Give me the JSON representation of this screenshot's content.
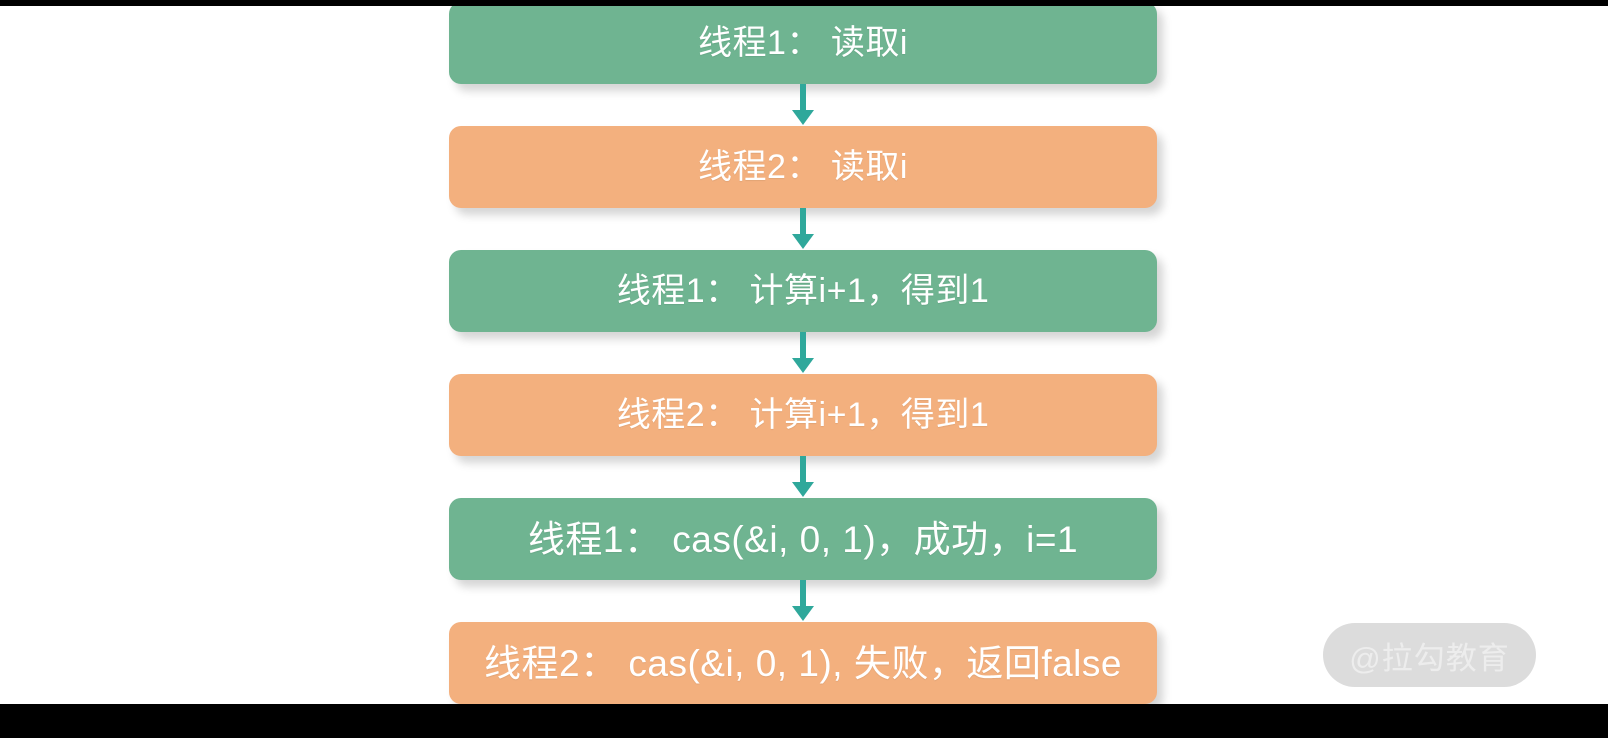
{
  "slide": {
    "background": "#ffffff",
    "letterbox_color": "#000000",
    "colors": {
      "green": "#6FB491",
      "orange": "#F3B07E",
      "arrow": "#2FA89B",
      "text": "#ffffff",
      "watermark_pill": "#DCDCDC",
      "watermark_text": "#EDEDED"
    }
  },
  "flow": {
    "type": "vertical-sequence",
    "arrow_icon": "down-arrow-icon",
    "nodes": [
      {
        "id": "step-1",
        "label": "线程1： 读取i",
        "color": "green",
        "thread": "线程1"
      },
      {
        "id": "step-2",
        "label": "线程2： 读取i",
        "color": "orange",
        "thread": "线程2"
      },
      {
        "id": "step-3",
        "label": "线程1： 计算i+1，得到1",
        "color": "green",
        "thread": "线程1"
      },
      {
        "id": "step-4",
        "label": "线程2： 计算i+1，得到1",
        "color": "orange",
        "thread": "线程2"
      },
      {
        "id": "step-5",
        "label": "线程1： cas(&i, 0, 1)，成功，i=1",
        "color": "green",
        "thread": "线程1"
      },
      {
        "id": "step-6",
        "label": "线程2： cas(&i, 0, 1), 失败，返回false",
        "color": "orange",
        "thread": "线程2"
      }
    ]
  },
  "watermark": {
    "text": "@拉勾教育"
  }
}
